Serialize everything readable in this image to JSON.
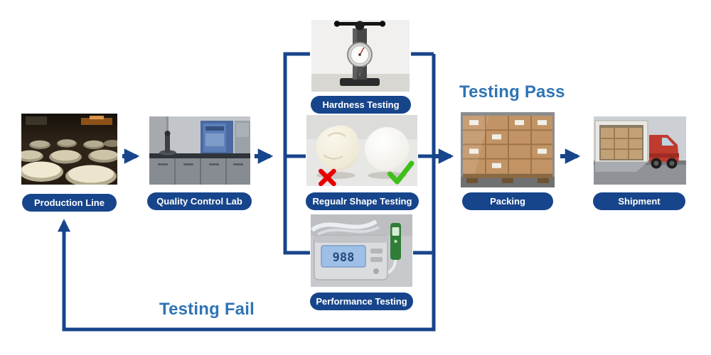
{
  "diagram": {
    "production": {
      "label": "Production Line"
    },
    "qc_lab": {
      "label": "Quality Control Lab"
    },
    "hardness": {
      "label": "Hardness Testing"
    },
    "shape": {
      "label": "Regualr Shape Testing"
    },
    "performance": {
      "label": "Performance Testing",
      "meter_reading": "988"
    },
    "packing": {
      "label": "Packing"
    },
    "shipment": {
      "label": "Shipment"
    },
    "pass_label": "Testing Pass",
    "fail_label": "Testing Fail"
  },
  "colors": {
    "label_pill_bg": "#17458b",
    "label_pill_text": "#ffffff",
    "connector_blue": "#17458b",
    "status_text_blue": "#2e74b5",
    "check_green": "#3fbf19",
    "cross_red": "#e60000"
  }
}
